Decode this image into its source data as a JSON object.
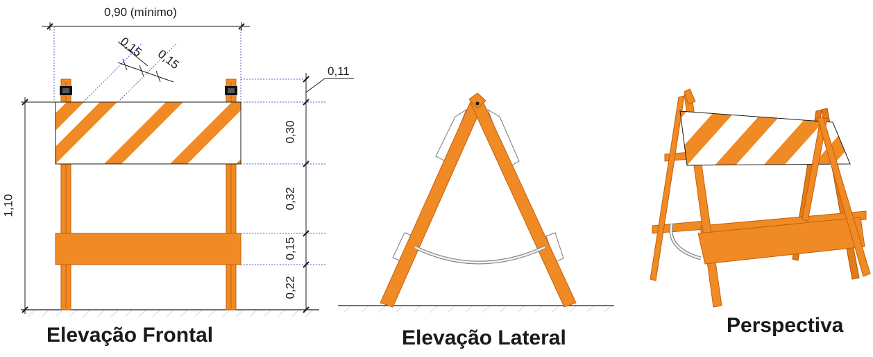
{
  "colors": {
    "orange": "#f08a24",
    "orange_dark": "#c45f0a",
    "white": "#ffffff",
    "line": "#1a1a1a",
    "guide": "#5a5ad0",
    "ground_hatch": "#d8d8d8"
  },
  "views": {
    "front_title": "Elevação Frontal",
    "side_title": "Elevação Lateral",
    "perspective_title": "Perspectiva"
  },
  "dimensions": {
    "width_min": "0,90 (mínimo)",
    "offset_a": "0,15",
    "offset_b": "0,15",
    "top_post": "0,11",
    "panel_height": "0,30",
    "gap": "0,32",
    "bottom_board": "0,15",
    "clearance": "0,22",
    "total_height": "1,10"
  }
}
